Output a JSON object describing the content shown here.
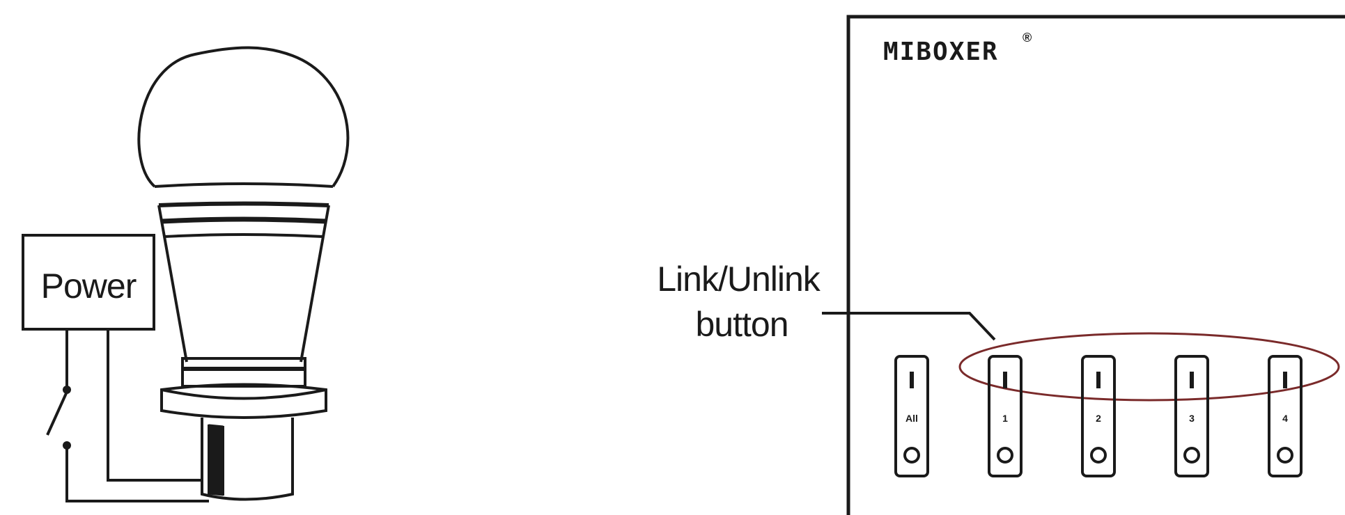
{
  "left_diagram": {
    "power_label": "Power"
  },
  "right_diagram": {
    "brand": "MIBOXER",
    "brand_mark": "®",
    "callout_line1": "Link/Unlink",
    "callout_line2": "button",
    "buttons": [
      {
        "label": "All"
      },
      {
        "label": "1"
      },
      {
        "label": "2"
      },
      {
        "label": "3"
      },
      {
        "label": "4"
      }
    ]
  },
  "colors": {
    "line": "#1a1a1a",
    "highlight_ellipse": "#7a2a2a"
  }
}
